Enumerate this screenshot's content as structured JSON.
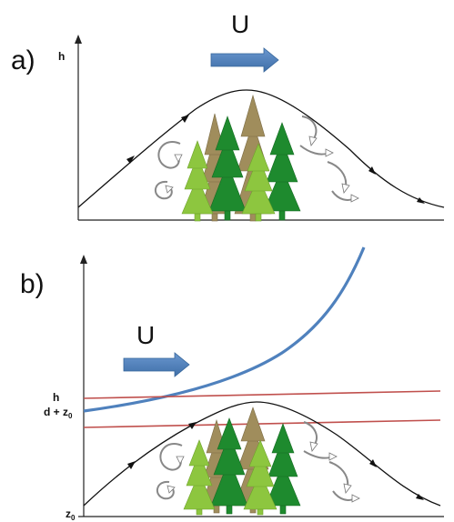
{
  "panel_a": {
    "label": "a)",
    "y_axis_label": "h",
    "wind_label": "U"
  },
  "panel_b": {
    "label": "b)",
    "wind_label": "U",
    "h_label": "h",
    "d_label": "d + z",
    "d_label_sub": "0",
    "z_label": "z",
    "z_label_sub": "0"
  },
  "colors": {
    "wind_arrow": "#4F81BD",
    "profile_curve": "#4F81BD",
    "reference_lines": "#C0504D",
    "tree_light": "#8DC63F",
    "tree_dark": "#1E8A2E",
    "tree_brown": "#A08D5C"
  }
}
